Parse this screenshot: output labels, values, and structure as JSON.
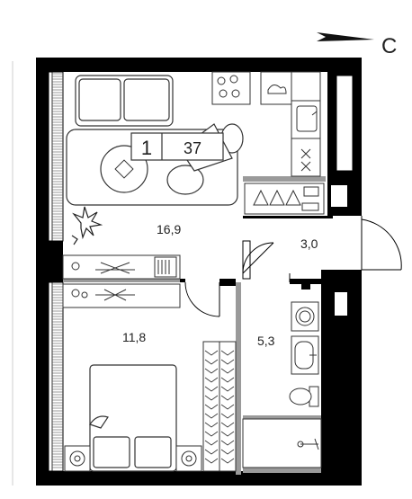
{
  "compass": {
    "label": "С"
  },
  "apartment": {
    "rooms_count": "1",
    "number": "37"
  },
  "rooms": [
    {
      "id": "living-kitchen",
      "area": "16,9"
    },
    {
      "id": "hall",
      "area": "3,0"
    },
    {
      "id": "bedroom",
      "area": "11,8"
    },
    {
      "id": "bathroom",
      "area": "5,3"
    }
  ],
  "colors": {
    "wall": "#000000",
    "partition": "#9a9a9a",
    "furniture_stroke": "#333333",
    "plant": "#222222"
  },
  "icons": [
    "compass-arrow-icon",
    "sofa-icon",
    "rug-icon",
    "coffee-table-icon",
    "armchair-icon",
    "cooktop-icon",
    "sink-icon",
    "oven-icon",
    "wardrobe-icon",
    "plant-icon",
    "tv-stand-icon",
    "bed-icon",
    "nightstand-icon",
    "washing-machine-icon",
    "washbasin-icon",
    "toilet-icon",
    "shower-icon",
    "door-swing-icon"
  ]
}
